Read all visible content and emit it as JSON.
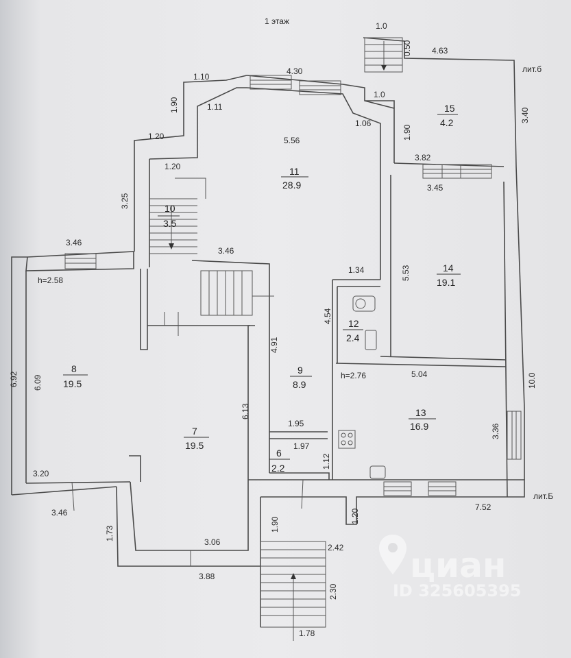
{
  "floor_title": "1 этаж",
  "annotations": {
    "lit_small": "лит.б",
    "lit_big": "лит.Б",
    "height_left": "h=2.58",
    "height_right": "h=2.76"
  },
  "rooms": [
    {
      "num": "7",
      "area": "19.5"
    },
    {
      "num": "8",
      "area": "19.5"
    },
    {
      "num": "9",
      "area": "8.9"
    },
    {
      "num": "10",
      "area": "3.5"
    },
    {
      "num": "11",
      "area": "28.9"
    },
    {
      "num": "12",
      "area": "2.4"
    },
    {
      "num": "13",
      "area": "16.9"
    },
    {
      "num": "14",
      "area": "19.1"
    },
    {
      "num": "15",
      "area": "4.2"
    },
    {
      "num": "6",
      "area": "2.2"
    }
  ],
  "dimensions": {
    "d_1_0_top": "1.0",
    "d_0_50": "0.50",
    "d_4_63": "4.63",
    "d_1_10": "1.10",
    "d_4_30": "4.30",
    "d_1_0_mid": "1.0",
    "d_1_90_left": "1.90",
    "d_1_11": "1.11",
    "d_1_06": "1.06",
    "d_1_90_right": "1.90",
    "d_3_40": "3.40",
    "d_1_20_upper": "1.20",
    "d_5_56": "5.56",
    "d_3_82": "3.82",
    "d_1_20_stair": "1.20",
    "d_3_45": "3.45",
    "d_3_25": "3.25",
    "d_3_46_left": "3.46",
    "d_3_46_mid": "3.46",
    "d_1_34": "1.34",
    "d_5_53": "5.53",
    "d_4_54": "4.54",
    "d_4_91": "4.91",
    "d_6_92": "6.92",
    "d_6_09": "6.09",
    "d_5_04": "5.04",
    "d_10_0": "10.0",
    "d_6_13": "6.13",
    "d_1_95": "1.95",
    "d_1_97": "1.97",
    "d_3_36": "3.36",
    "d_1_12": "1.12",
    "d_3_20": "3.20",
    "d_3_46_bottom": "3.46",
    "d_7_52": "7.52",
    "d_1_90_bottom": "1.90",
    "d_1_20_bottom": "1.20",
    "d_1_73": "1.73",
    "d_3_06": "3.06",
    "d_2_42": "2.42",
    "d_3_88": "3.88",
    "d_2_30": "2.30",
    "d_1_78": "1.78"
  },
  "watermark": {
    "brand": "циан",
    "id_text": "ID 325605395"
  }
}
